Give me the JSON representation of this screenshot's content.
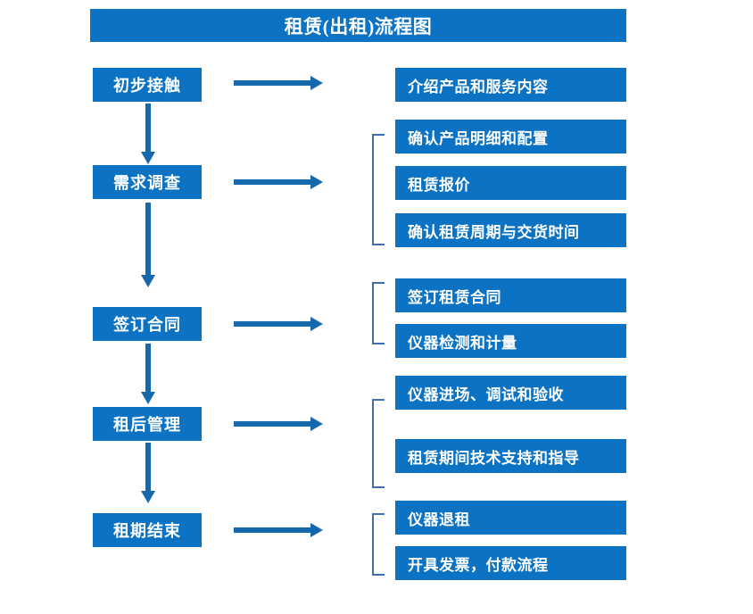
{
  "title": "租赁(出租)流程图",
  "colors": {
    "box_fill": "#0b72c4",
    "box_text": "#ffffff",
    "arrow": "#1668ac",
    "bracket": "#3f6fa8",
    "background": "#ffffff"
  },
  "flow": {
    "stages": [
      {
        "id": "initial-contact",
        "label": "初步接触",
        "details": [
          "介绍产品和服务内容"
        ],
        "bracketed": false
      },
      {
        "id": "demand-survey",
        "label": "需求调查",
        "details": [
          "确认产品明细和配置",
          "租赁报价",
          "确认租赁周期与交货时间"
        ],
        "bracketed": true
      },
      {
        "id": "sign-contract",
        "label": "签订合同",
        "details": [
          "签订租赁合同",
          "仪器检测和计量"
        ],
        "bracketed": true
      },
      {
        "id": "post-lease-management",
        "label": "租后管理",
        "details": [
          "仪器进场、调试和验收",
          "租赁期间技术支持和指导"
        ],
        "bracketed": true
      },
      {
        "id": "lease-end",
        "label": "租期结束",
        "details": [
          "仪器退租",
          "开具发票，付款流程"
        ],
        "bracketed": true
      }
    ]
  },
  "boxes": {
    "stage_0_label": "初步接触",
    "stage_1_label": "需求调查",
    "stage_2_label": "签订合同",
    "stage_3_label": "租后管理",
    "stage_4_label": "租期结束",
    "detail_0_0": "介绍产品和服务内容",
    "detail_1_0": "确认产品明细和配置",
    "detail_1_1": "租赁报价",
    "detail_1_2": "确认租赁周期与交货时间",
    "detail_2_0": "签订租赁合同",
    "detail_2_1": "仪器检测和计量",
    "detail_3_0": "仪器进场、调试和验收",
    "detail_3_1": "租赁期间技术支持和指导",
    "detail_4_0": "仪器退租",
    "detail_4_1": "开具发票，付款流程"
  },
  "icons": {
    "arrow_right": "arrow-right-icon",
    "arrow_down": "arrow-down-icon",
    "bracket": "group-bracket"
  }
}
